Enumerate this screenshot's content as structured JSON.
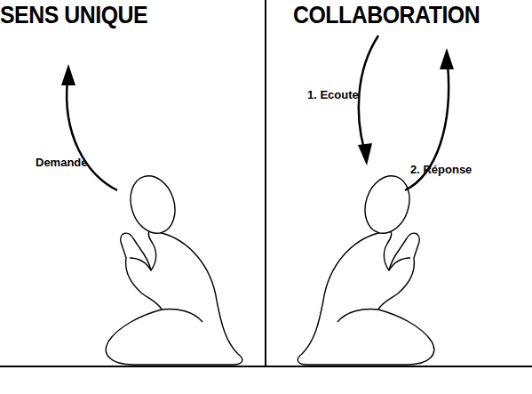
{
  "diagram": {
    "labels": [
      "SENS UNIQUE",
      "COLLABORATION",
      "Demande",
      "1. Ecoute",
      "2. Réponse"
    ]
  }
}
